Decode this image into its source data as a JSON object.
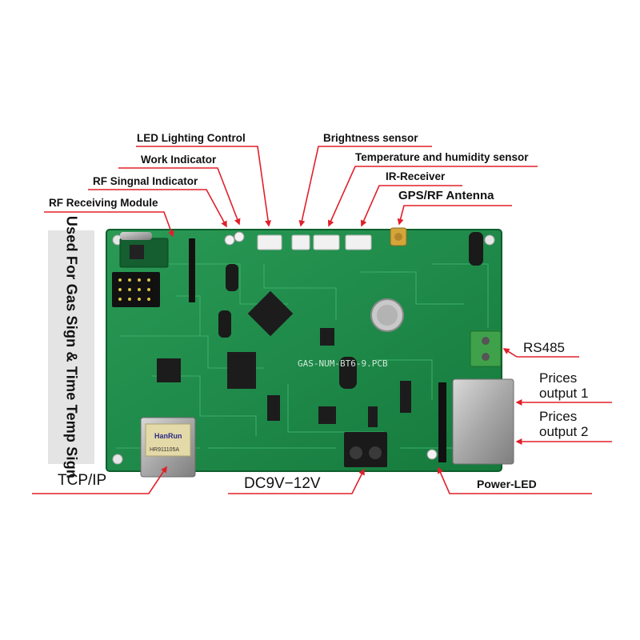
{
  "side_banner": "Used For Gas Sign & Time Temp Sign",
  "labels": {
    "led_lighting_control": "LED Lighting Control",
    "work_indicator": "Work Indicator",
    "rf_signal_indicator": "RF Singnal Indicator",
    "rf_receiving_module": "RF Receiving Module",
    "brightness_sensor": "Brightness sensor",
    "temp_humidity_sensor": "Temperature and humidity sensor",
    "ir_receiver": "IR-Receiver",
    "gps_rf_antenna": "GPS/RF Antenna",
    "rs485": "RS485",
    "prices_output_1_line1": "Prices",
    "prices_output_1_line2": "output 1",
    "prices_output_2_line1": "Prices",
    "prices_output_2_line2": "output 2",
    "power_led": "Power-LED",
    "dc_input": "DC9V−12V",
    "tcp_ip": "TCP/IP"
  },
  "board": {
    "silkscreen": "GAS-NUM-BT6-9.PCB",
    "jack_brand": "HanRun",
    "jack_model": "HR911105A"
  },
  "colors": {
    "pcb": "#1f8a4a",
    "arrow": "#e0202a",
    "banner": "#e4e4e4"
  }
}
